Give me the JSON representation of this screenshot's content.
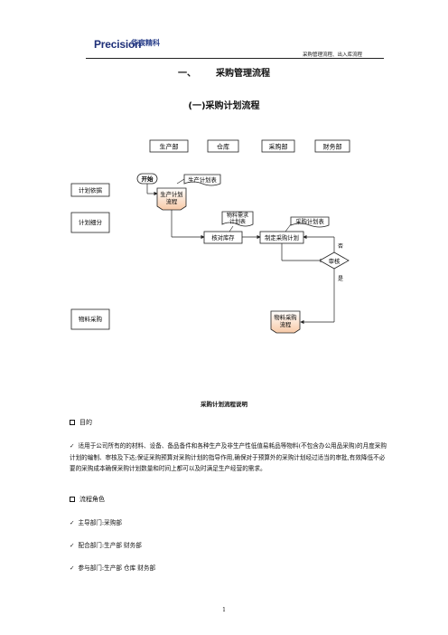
{
  "header": {
    "logo_en": "Precision",
    "logo_cn": "华宸精科",
    "running_title": "采购管理流程、出入库流程"
  },
  "title": {
    "number": "一、",
    "text": "采购管理流程"
  },
  "subtitle": "(一)采购计划流程",
  "flowchart": {
    "lanes": [
      "生产部",
      "仓库",
      "采购部",
      "财务部"
    ],
    "phases": [
      "计划依据",
      "计划细分",
      "物料采购"
    ],
    "nodes": {
      "start": "开始",
      "prod_plan_doc": "生产计划表",
      "prod_plan_flow": [
        "生产计划",
        "流程"
      ],
      "material_req_doc": [
        "物料需求",
        "计划表"
      ],
      "check_stock": "核对库存",
      "purchase_plan_doc": "采购计划表",
      "make_purchase_plan": "制定采购计划",
      "review": "审核",
      "procure_flow": [
        "物料采购",
        "流程"
      ]
    },
    "edge_labels": {
      "no": "否",
      "yes": "是"
    }
  },
  "caption": "采购计划流程说明",
  "sections": {
    "purpose": "目的",
    "purpose_text": "适用于公司所有的的材料、设备、备品备件和各种生产及非生产性低值易耗品等物料(不包含办公用品采购)的月度采购计划的编制、审核及下达;保证采购预算对采购计划的指导作用,确保对于预算外的采购计划经过适当的审批,有效降低不必要的采购成本确保采购计划数量和时间上都可以及时满足生产经营的需求。",
    "roles": "流程角色",
    "roles_items": [
      "主导部门:采购部",
      "配合部门:生产部 财务部",
      "参与部门:生产部 仓库 财务部"
    ]
  },
  "page_number": "1"
}
